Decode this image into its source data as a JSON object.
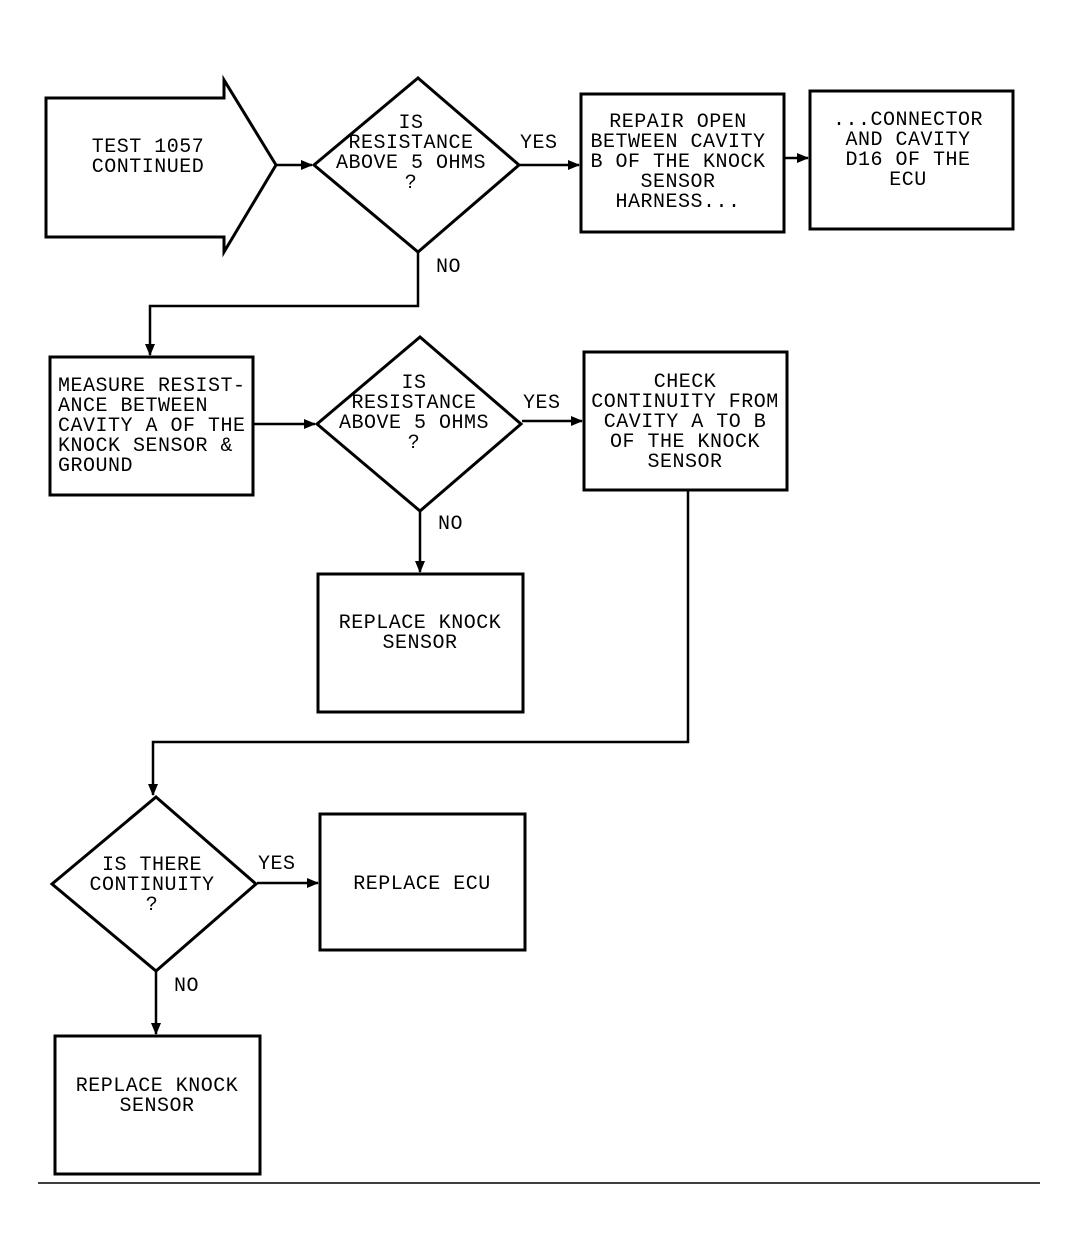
{
  "nodes": {
    "start": [
      "TEST 1057",
      "CONTINUED"
    ],
    "decision1": [
      "IS",
      "RESISTANCE",
      "ABOVE 5 OHMS",
      "?"
    ],
    "repair_open": [
      "REPAIR OPEN",
      "BETWEEN CAVITY",
      "B OF THE KNOCK",
      "SENSOR",
      "HARNESS..."
    ],
    "connector": [
      "...CONNECTOR",
      "AND CAVITY",
      "D16 OF THE",
      "ECU"
    ],
    "measure": [
      "MEASURE RESIST-",
      "ANCE BETWEEN",
      "CAVITY A OF THE",
      "KNOCK SENSOR &",
      "GROUND"
    ],
    "decision2": [
      "IS",
      "RESISTANCE",
      "ABOVE 5 OHMS",
      "?"
    ],
    "check_continuity": [
      "CHECK",
      "CONTINUITY FROM",
      "CAVITY A TO B",
      "OF THE KNOCK",
      "SENSOR"
    ],
    "replace_knock_1": [
      "REPLACE KNOCK",
      "SENSOR"
    ],
    "decision3": [
      "IS THERE",
      "CONTINUITY",
      "?"
    ],
    "replace_ecu": [
      "REPLACE ECU"
    ],
    "replace_knock_2": [
      "REPLACE KNOCK",
      "SENSOR"
    ]
  },
  "edge_labels": {
    "d1_yes": "YES",
    "d1_no": "NO",
    "d2_yes": "YES",
    "d2_no": "NO",
    "d3_yes": "YES",
    "d3_no": "NO"
  }
}
